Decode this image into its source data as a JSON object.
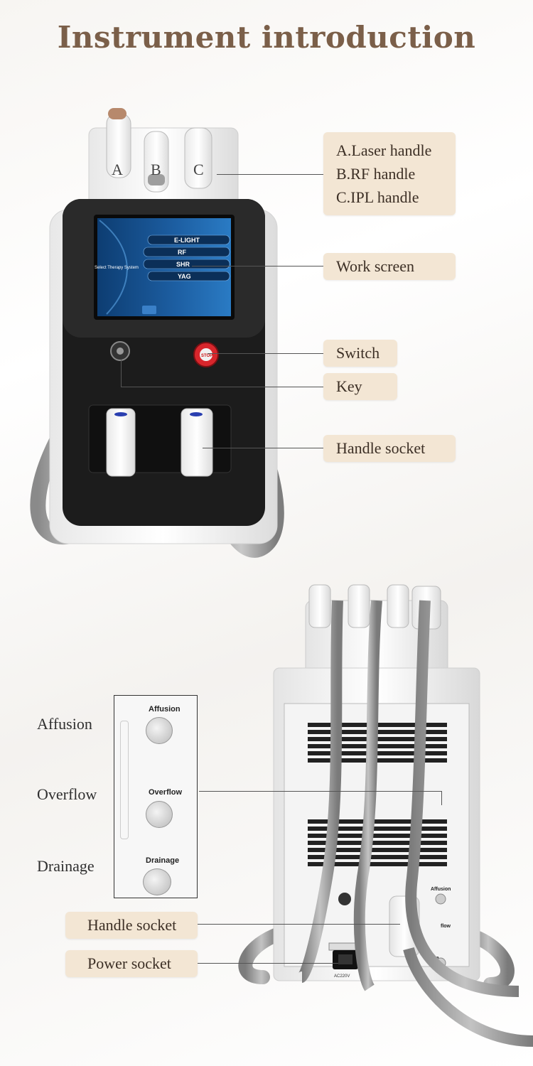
{
  "title": "Instrument introduction",
  "front_view": {
    "handle_letters": [
      "A",
      "B",
      "C"
    ],
    "screen": {
      "heading": "Select Therapy System",
      "menu": [
        "E-LIGHT",
        "RF",
        "SHR",
        "YAG"
      ]
    },
    "switch_button_text": "STOP",
    "callouts": {
      "handles": [
        "A.Laser handle",
        "B.RF handle",
        "C.IPL handle"
      ],
      "work_screen": "Work screen",
      "switch": "Switch",
      "key": "Key",
      "handle_socket": "Handle socket"
    }
  },
  "back_view": {
    "side_labels": [
      "Affusion",
      "Overflow",
      "Drainage"
    ],
    "panel_labels": [
      "Affusion",
      "Overflow",
      "Drainage"
    ],
    "rear_panel_labels": [
      "Affusion",
      "flow",
      "Dra"
    ],
    "power_label": "AC220V",
    "callouts": {
      "handle_socket": "Handle socket",
      "power_socket": "Power socket"
    }
  },
  "colors": {
    "title": "#7b5f49",
    "callout_bg": "#f3e6d4",
    "body_black": "#1c1c1c",
    "switch_red": "#d8262c"
  }
}
